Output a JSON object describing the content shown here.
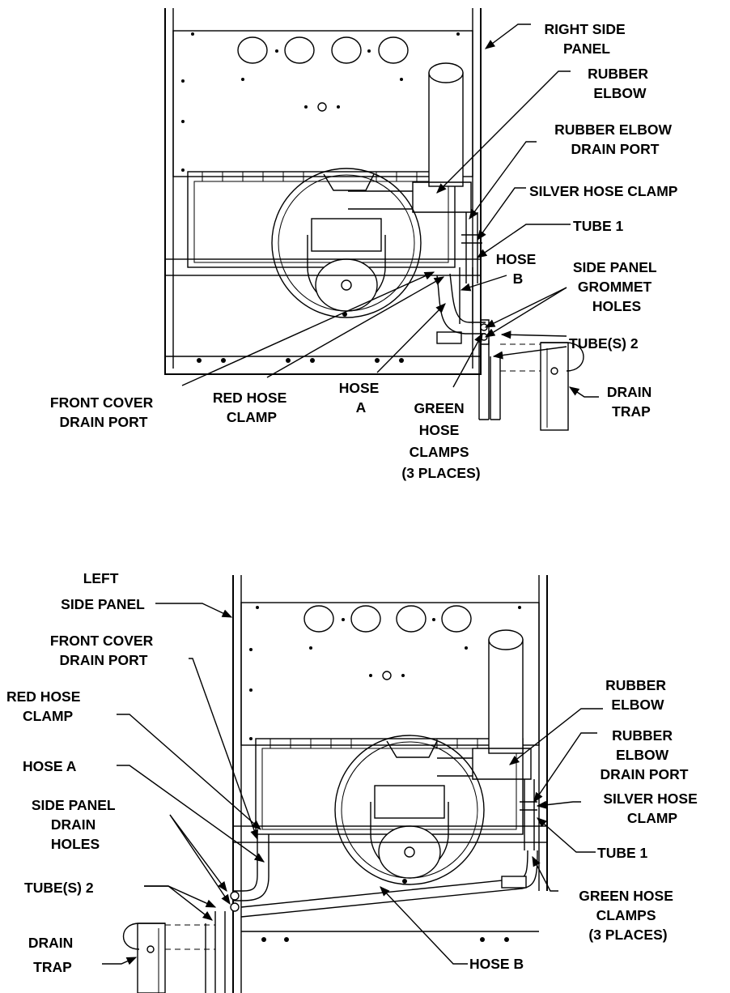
{
  "top_view": {
    "right_side_panel": [
      "RIGHT SIDE",
      "PANEL"
    ],
    "rubber_elbow": [
      "RUBBER",
      "ELBOW"
    ],
    "rubber_elbow_drain_port": [
      "RUBBER ELBOW",
      "DRAIN PORT"
    ],
    "silver_hose_clamp": [
      "SILVER HOSE CLAMP"
    ],
    "tube_1": [
      "TUBE 1"
    ],
    "hose_b": [
      "HOSE",
      "B"
    ],
    "side_panel_grommet_holes": [
      "SIDE PANEL",
      "GROMMET",
      "HOLES"
    ],
    "tubes_2": [
      "TUBE(S) 2"
    ],
    "drain_trap": [
      "DRAIN",
      "TRAP"
    ],
    "front_cover_drain_port": [
      "FRONT COVER",
      "DRAIN PORT"
    ],
    "red_hose_clamp": [
      "RED HOSE",
      "CLAMP"
    ],
    "hose_a": [
      "HOSE",
      "A"
    ],
    "green_hose_clamps": [
      "GREEN",
      "HOSE",
      "CLAMPS",
      "(3 PLACES)"
    ]
  },
  "bottom_view": {
    "left_side_panel": [
      "LEFT",
      "SIDE PANEL"
    ],
    "front_cover_drain_port": [
      "FRONT COVER",
      "DRAIN PORT"
    ],
    "red_hose_clamp": [
      "RED  HOSE",
      "CLAMP"
    ],
    "hose_a": [
      "HOSE A"
    ],
    "side_panel_drain_holes": [
      "SIDE PANEL",
      "DRAIN",
      "HOLES"
    ],
    "tubes_2": [
      "TUBE(S) 2"
    ],
    "drain_trap": [
      "DRAIN",
      "TRAP"
    ],
    "rubber_elbow": [
      "RUBBER",
      "ELBOW"
    ],
    "rubber_elbow_drain_port": [
      "RUBBER",
      "ELBOW",
      "DRAIN PORT"
    ],
    "silver_hose_clamp": [
      "SILVER  HOSE",
      "CLAMP"
    ],
    "tube_1": [
      "TUBE 1"
    ],
    "green_hose_clamps": [
      "GREEN HOSE",
      "CLAMPS",
      "(3 PLACES)"
    ],
    "hose_b": [
      "HOSE B"
    ]
  }
}
